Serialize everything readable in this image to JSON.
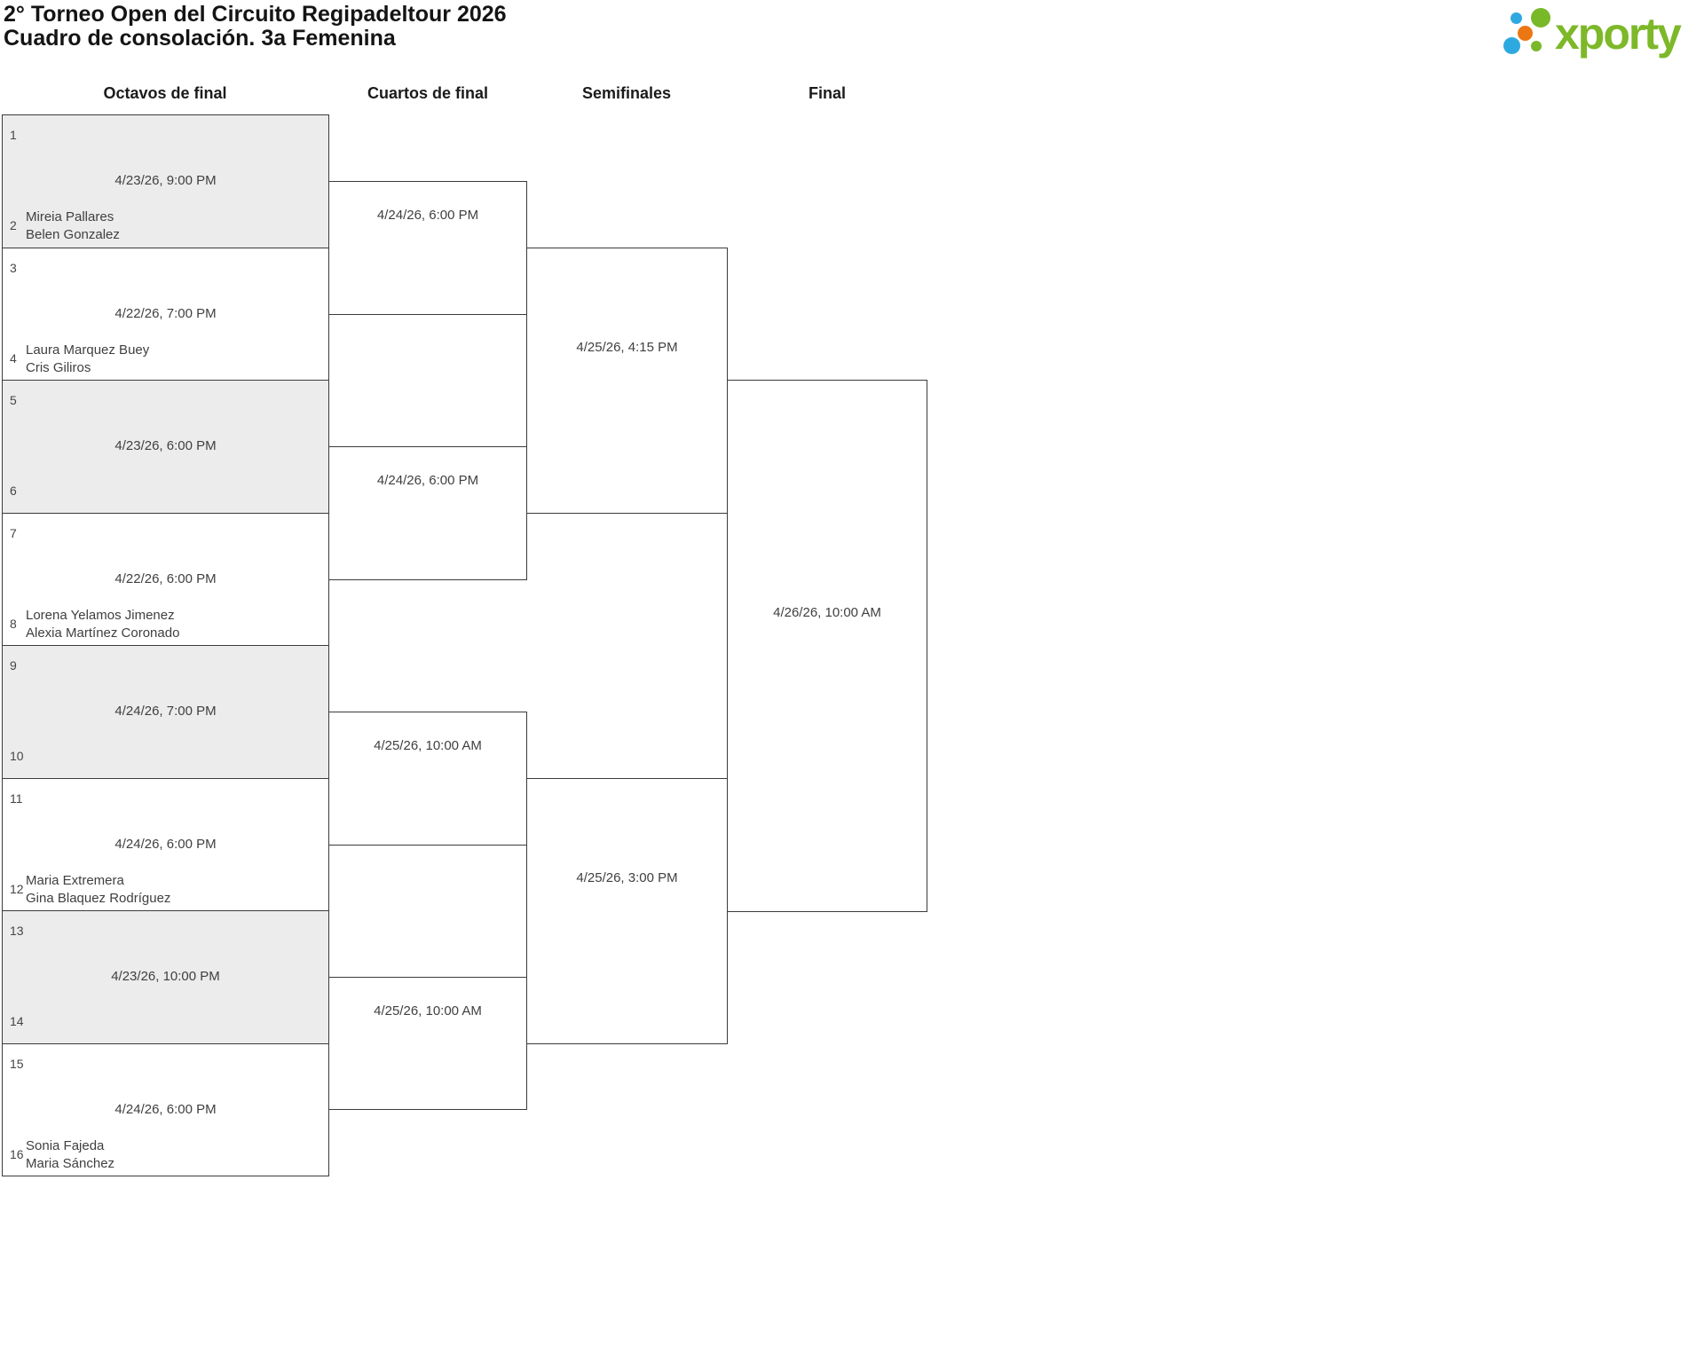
{
  "header": {
    "title": "2° Torneo Open del Circuito Regipadeltour 2026",
    "subtitle": "Cuadro de consolación. 3a Femenina",
    "logo_text": "xporty",
    "logo_colors": {
      "green": "#79b829",
      "blue": "#2ea9e0",
      "orange": "#ec7612"
    }
  },
  "bracket": {
    "shaded_box_color": "#ececec",
    "line_color": "#3b3b3b",
    "rounds": [
      {
        "name": "Octavos de final",
        "matches": [
          {
            "seed_top": "1",
            "seed_bottom": "2",
            "date": "4/23/26, 9:00 PM",
            "players": [
              "Mireia Pallares",
              "Belen Gonzalez"
            ]
          },
          {
            "seed_top": "3",
            "seed_bottom": "4",
            "date": "4/22/26, 7:00 PM",
            "players": [
              "Laura Marquez Buey",
              "Cris Giliros"
            ]
          },
          {
            "seed_top": "5",
            "seed_bottom": "6",
            "date": "4/23/26, 6:00 PM",
            "players": []
          },
          {
            "seed_top": "7",
            "seed_bottom": "8",
            "date": "4/22/26, 6:00 PM",
            "players": [
              "Lorena Yelamos Jimenez",
              "Alexia Martínez Coronado"
            ]
          },
          {
            "seed_top": "9",
            "seed_bottom": "10",
            "date": "4/24/26, 7:00 PM",
            "players": []
          },
          {
            "seed_top": "11",
            "seed_bottom": "12",
            "date": "4/24/26, 6:00 PM",
            "players": [
              "Maria Extremera",
              "Gina Blaquez Rodríguez"
            ]
          },
          {
            "seed_top": "13",
            "seed_bottom": "14",
            "date": "4/23/26, 10:00 PM",
            "players": []
          },
          {
            "seed_top": "15",
            "seed_bottom": "16",
            "date": "4/24/26, 6:00 PM",
            "players": [
              "Sonia Fajeda",
              "Maria Sánchez"
            ]
          }
        ]
      },
      {
        "name": "Cuartos de final",
        "matches": [
          {
            "date": "4/24/26, 6:00 PM"
          },
          {
            "date": "4/24/26, 6:00 PM"
          },
          {
            "date": "4/25/26, 10:00 AM"
          },
          {
            "date": "4/25/26, 10:00 AM"
          }
        ]
      },
      {
        "name": "Semifinales",
        "matches": [
          {
            "date": "4/25/26, 4:15 PM"
          },
          {
            "date": "4/25/26, 3:00 PM"
          }
        ]
      },
      {
        "name": "Final",
        "matches": [
          {
            "date": "4/26/26, 10:00 AM"
          }
        ]
      }
    ]
  }
}
